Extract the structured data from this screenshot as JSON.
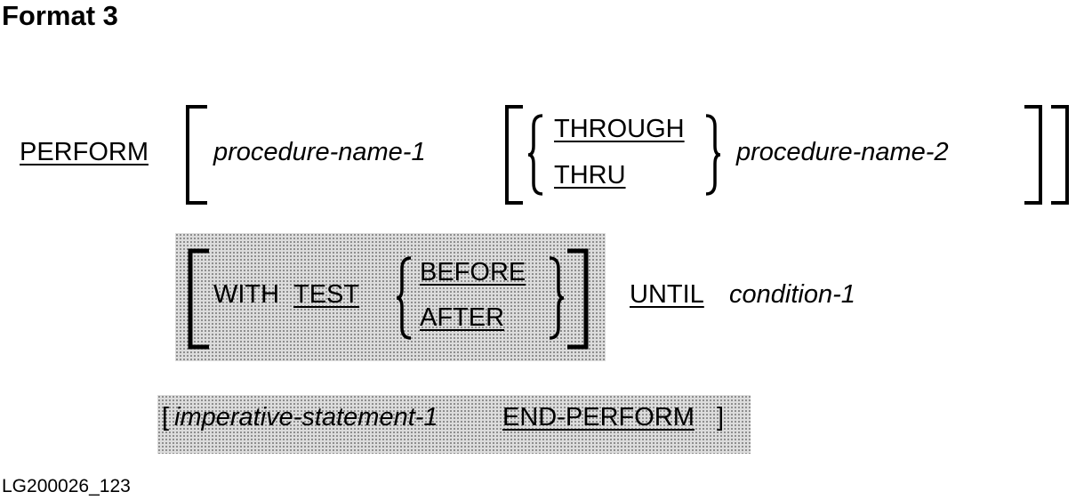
{
  "title": "Format 3",
  "line1": {
    "perform": "PERFORM",
    "procedure_name_1": "procedure-name-1",
    "through": "THROUGH",
    "thru": "THRU",
    "procedure_name_2": "procedure-name-2"
  },
  "line2": {
    "with": "WITH",
    "test": "TEST",
    "before": "BEFORE",
    "after": "AFTER",
    "until": "UNTIL",
    "condition_1": "condition-1"
  },
  "line3": {
    "open_bracket": "[",
    "imperative_statement_1": "imperative-statement-1",
    "end_perform": "END-PERFORM",
    "close_bracket": "]"
  },
  "figure_id": "LG200026_123",
  "colors": {
    "ink": "#000000",
    "shading": "#dcdcdc",
    "background": "#ffffff"
  }
}
